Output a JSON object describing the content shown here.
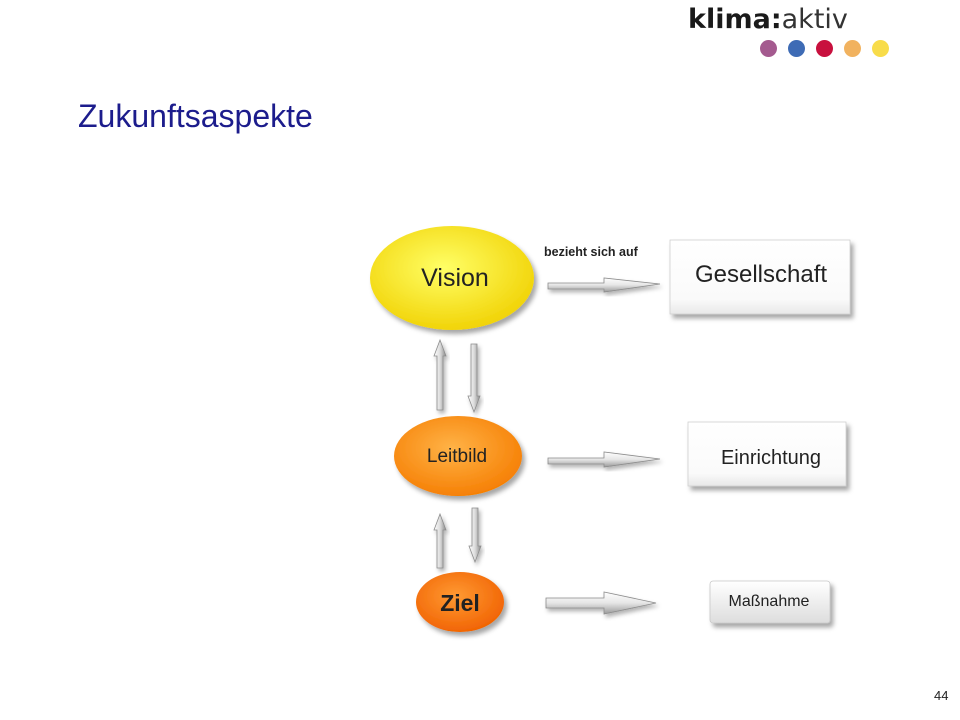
{
  "logo": {
    "text_bold": "klima",
    "text_separator": ":",
    "text_light": "aktiv",
    "dots": [
      {
        "color": "#a45a8f"
      },
      {
        "color": "#3e6bb5"
      },
      {
        "color": "#c8103e"
      },
      {
        "color": "#f1b25f"
      },
      {
        "color": "#f8dc4a"
      }
    ]
  },
  "title": "Zukunftsaspekte",
  "diagram": {
    "nodes": [
      {
        "label": "Vision",
        "color_light": "#ffff66",
        "color_dark": "#f0d000"
      },
      {
        "label": "Leitbild",
        "color_light": "#ffb347",
        "color_dark": "#f57c00"
      },
      {
        "label": "Ziel",
        "color_light": "#ff9a33",
        "color_dark": "#f06000"
      }
    ],
    "edge_label": "bezieht sich auf",
    "targets": [
      {
        "label": "Gesellschaft"
      },
      {
        "label": "Einrichtung"
      },
      {
        "label": "Maßnahme"
      }
    ]
  },
  "page_number": "44"
}
